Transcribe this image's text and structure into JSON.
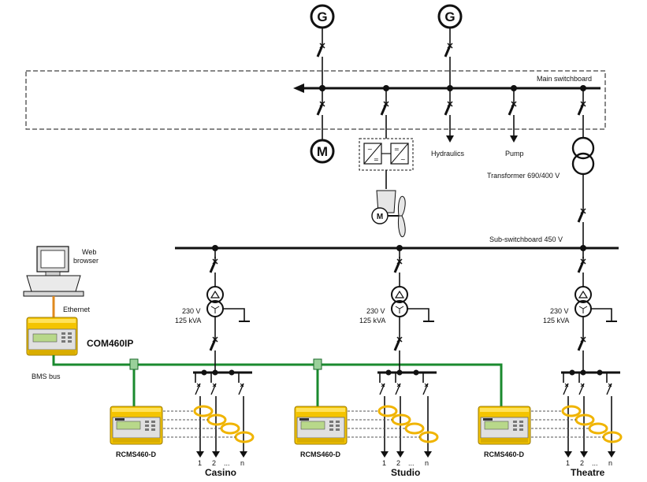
{
  "labels": {
    "generator1": "G",
    "generator2": "G",
    "motor": "M",
    "propulsion_motor": "M",
    "main_switchboard": "Main switchboard",
    "hydraulics": "Hydraulics",
    "pump": "Pump",
    "transformer_main": "Transformer 690/400 V",
    "sub_switchboard": "Sub-switchboard 450 V",
    "web_browser_line1": "Web",
    "web_browser_line2": "browser",
    "ethernet": "Ethernet",
    "com460ip": "COM460IP",
    "bms_bus": "BMS bus",
    "sections": [
      {
        "name": "Casino",
        "device": "RCMS460-D",
        "voltage": "230 V",
        "power": "125 kVA",
        "ch1": "1",
        "ch2": "2",
        "dots": "...",
        "chn": "n"
      },
      {
        "name": "Studio",
        "device": "RCMS460-D",
        "voltage": "230 V",
        "power": "125 kVA",
        "ch1": "1",
        "ch2": "2",
        "dots": "...",
        "chn": "n"
      },
      {
        "name": "Theatre",
        "device": "RCMS460-D",
        "voltage": "230 V",
        "power": "125 kVA",
        "ch1": "1",
        "ch2": "2",
        "dots": "...",
        "chn": "n"
      }
    ]
  },
  "colors": {
    "bms_bus": "#1a8a2e",
    "ethernet": "#e08a1e",
    "current_transformer": "#f0b400",
    "device_housing": "#f4c400"
  }
}
